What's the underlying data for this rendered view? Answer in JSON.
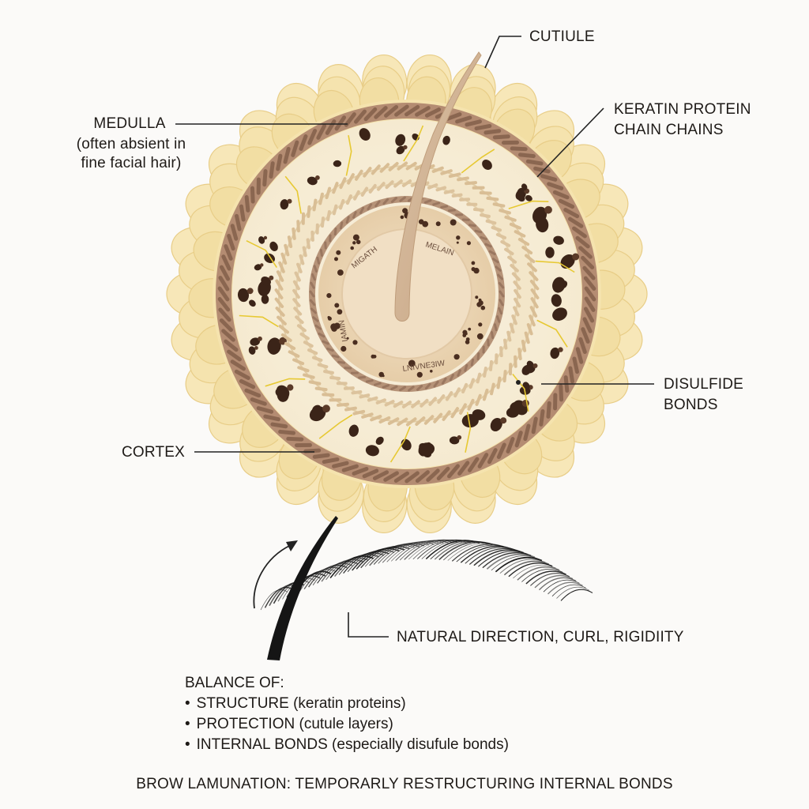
{
  "labels": {
    "cutiule": "CUTIULE",
    "medulla_title": "MEDULLA",
    "medulla_note_1": "(often absient in",
    "medulla_note_2": "fine facial hair)",
    "keratin_1": "KERATIN PROTEIN",
    "keratin_2": "CHAIN CHAINS",
    "disulfide_1": "DISULFIDE",
    "disulfide_2": "BONDS",
    "cortex": "CORTEX",
    "natural_direction": "NATURAL DIRECTION, CURL, RIGIDIITY",
    "melanin_top_left": "MIGATH",
    "melanin_top_right": "MELAIN",
    "melanin_left": "IAMIN",
    "melanin_bottom": "LNIVNE3IW"
  },
  "balance": {
    "title": "BALANCE OF:",
    "items": [
      {
        "term": "STRUCTURE",
        "note": "(keratin proteins)"
      },
      {
        "term": "PROTECTION",
        "note": "(cutule layers)"
      },
      {
        "term": "INTERNAL BONDS",
        "note": "(especially disufule bonds)"
      }
    ]
  },
  "footer": "BROW LAMUNATION: TEMPORARLY RESTRUCTURING INTERNAL BONDS",
  "colors": {
    "cuticle_fill": "#f5e3ae",
    "cuticle_edge": "#e8cd87",
    "rope_brown": "#b48c72",
    "rope_dark": "#8a6650",
    "cortex_fill": "#f8f1de",
    "medulla_fill": "#ecd9bb",
    "granule": "#3b2418",
    "bond_yellow": "#e7c933",
    "hair_strand": "#d8bfa3",
    "brow": "#1b1b1b"
  }
}
